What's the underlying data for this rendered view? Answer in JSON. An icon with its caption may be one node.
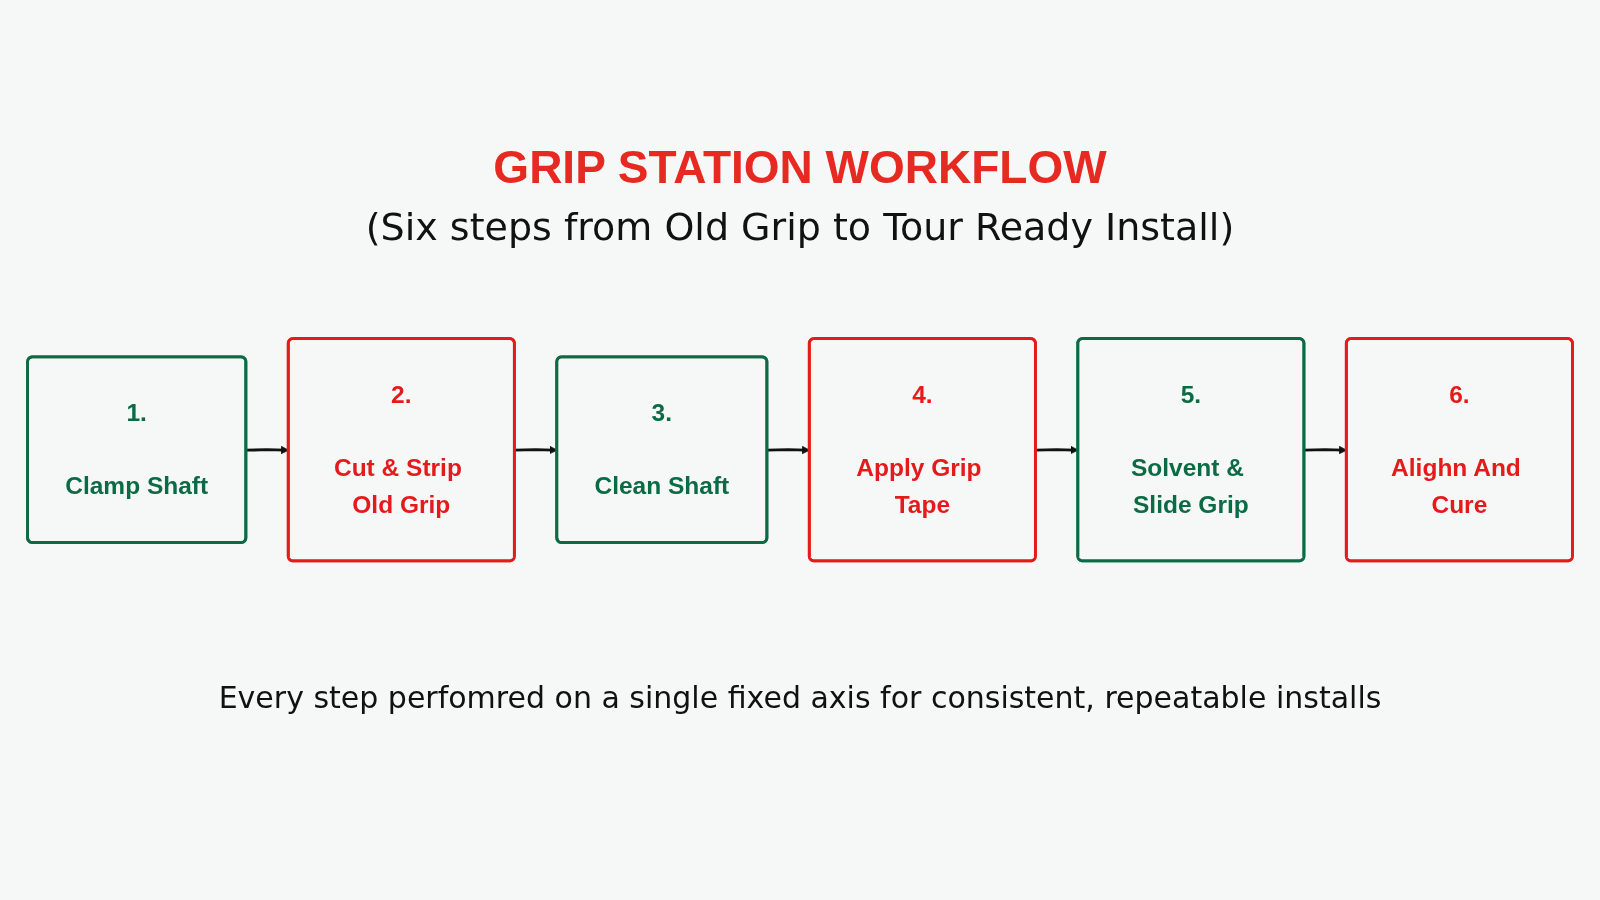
{
  "diagram": {
    "title": "GRIP STATION WORKFLOW",
    "caption": "Every step perfomred on a single fixed axis for consistent, repeatable installs",
    "nodes": [
      {
        "text": [
          "1.",
          "Clamp Shaft"
        ]
      },
      {
        "text": [
          "2.",
          "Cut & Strip Old Grip"
        ]
      },
      {
        "text": [
          "3.",
          "Clean Shaft"
        ]
      },
      {
        "text": [
          "4.",
          "Apply Grip Tape"
        ]
      },
      {
        "text": [
          "5.",
          "Solvent & Slide Grip"
        ]
      },
      {
        "text": [
          "6.",
          "Alighn And Cure"
        ]
      }
    ],
    "edges": [
      {
        "from": 0,
        "to": 1,
        "arrow": "to"
      },
      {
        "from": 1,
        "to": 2,
        "arrow": "to"
      },
      {
        "from": 2,
        "to": 3,
        "arrow": "to"
      },
      {
        "from": 3,
        "to": 4,
        "arrow": "to"
      },
      {
        "from": 4,
        "to": 5,
        "arrow": "to"
      }
    ],
    "labels": [
      "(Six steps from Old Grip to Tour Ready Install)"
    ]
  }
}
